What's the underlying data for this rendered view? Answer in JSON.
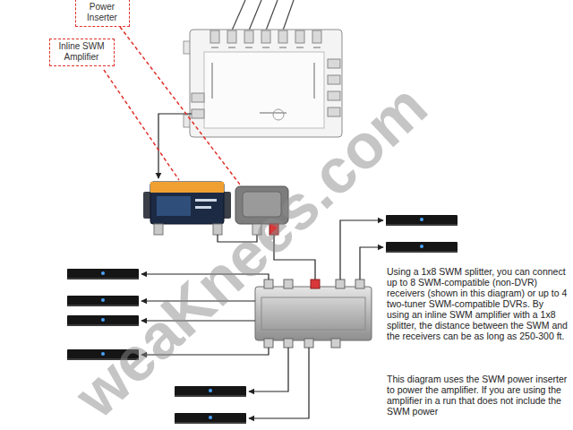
{
  "diagram": {
    "nodes": [
      {
        "text": [
          "Power Inserter"
        ]
      },
      {
        "text": [
          "Inline SWM Amplifier"
        ]
      }
    ],
    "labels": [
      "Using a 1x8 SWM splitter, you can connect up to 8 SWM-compatible (non-DVR) receivers (shown in this diagram) or up to 4 two-tuner SWM-compatible DVRs. By using an inline SWM amplifier with a 1x8 splitter, the distance between the SWM and the receivers can be as long as 250-300 ft.",
      "This diagram uses the SWM power inserter to power the amplifier. If you are using the amplifier in a run that does not include the SWM power",
      "weaKnees.com"
    ]
  }
}
